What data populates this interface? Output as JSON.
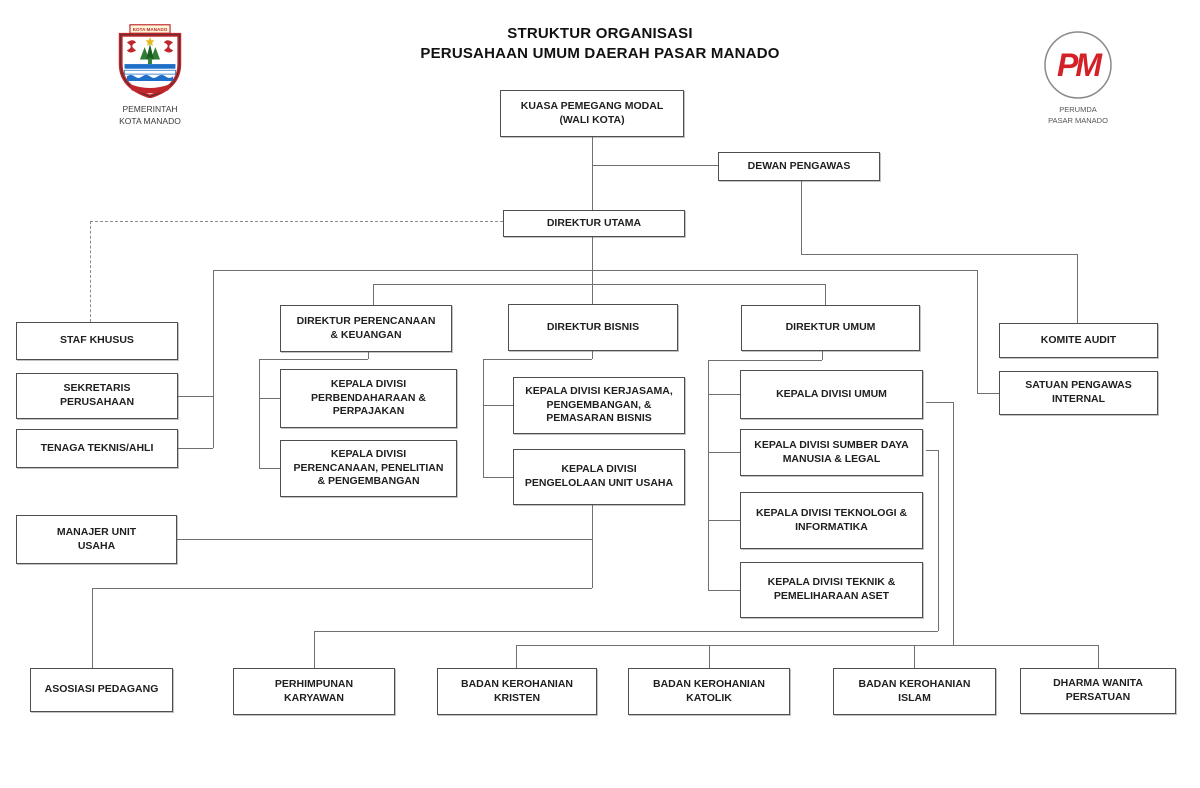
{
  "title": {
    "line1": "STRUKTUR ORGANISASI",
    "line2": "PERUSAHAAN UMUM DAERAH PASAR MANADO"
  },
  "logos": {
    "left": {
      "banner_text": "KOTA MANADO",
      "caption_line1": "PEMERINTAH",
      "caption_line2": "KOTA MANADO"
    },
    "right": {
      "monogram": "PM",
      "caption_line1": "PERUMDA",
      "caption_line2": "PASAR MANADO"
    }
  },
  "colors": {
    "accent_red": "#d42027",
    "line_gray": "#707070",
    "border_gray": "#4f4f4f",
    "text_dark": "#1f1f1f"
  },
  "nodes": [
    {
      "id": "kuasa-pemegang-modal",
      "label": "KUASA PEMEGANG MODAL\n(WALI KOTA)"
    },
    {
      "id": "dewan-pengawas",
      "label": "DEWAN PENGAWAS"
    },
    {
      "id": "direktur-utama",
      "label": "DIREKTUR UTAMA"
    },
    {
      "id": "staf-khusus",
      "label": "STAF KHUSUS"
    },
    {
      "id": "sekretaris-perusahaan",
      "label": "SEKRETARIS\nPERUSAHAAN"
    },
    {
      "id": "tenaga-teknis-ahli",
      "label": "TENAGA TEKNIS/AHLI"
    },
    {
      "id": "direktur-perencanaan-keuangan",
      "label": "DIREKTUR PERENCANAAN\n& KEUANGAN"
    },
    {
      "id": "kepala-divisi-perbendaharaan-perpajakan",
      "label": "KEPALA DIVISI\nPERBENDAHARAAN &\nPERPAJAKAN"
    },
    {
      "id": "kepala-divisi-perencanaan-penelitian-pengembangan",
      "label": "KEPALA DIVISI\nPERENCANAAN, PENELITIAN\n& PENGEMBANGAN"
    },
    {
      "id": "direktur-bisnis",
      "label": "DIREKTUR BISNIS"
    },
    {
      "id": "kepala-divisi-kerjasama-pengembangan-pemasaran-bisnis",
      "label": "KEPALA DIVISI KERJASAMA,\nPENGEMBANGAN, &\nPEMASARAN BISNIS"
    },
    {
      "id": "kepala-divisi-pengelolaan-unit-usaha",
      "label": "KEPALA DIVISI\nPENGELOLAAN UNIT USAHA"
    },
    {
      "id": "direktur-umum",
      "label": "DIREKTUR UMUM"
    },
    {
      "id": "kepala-divisi-umum",
      "label": "KEPALA DIVISI UMUM"
    },
    {
      "id": "kepala-divisi-sumber-daya-manusia-legal",
      "label": "KEPALA DIVISI SUMBER DAYA\nMANUSIA & LEGAL"
    },
    {
      "id": "kepala-divisi-teknologi-informatika",
      "label": "KEPALA DIVISI TEKNOLOGI &\nINFORMATIKA"
    },
    {
      "id": "kepala-divisi-teknik-pemeliharaan-aset",
      "label": "KEPALA DIVISI TEKNIK &\nPEMELIHARAAN ASET"
    },
    {
      "id": "komite-audit",
      "label": "KOMITE AUDIT"
    },
    {
      "id": "satuan-pengawas-internal",
      "label": "SATUAN PENGAWAS\nINTERNAL"
    },
    {
      "id": "manajer-unit-usaha",
      "label": "MANAJER UNIT\nUSAHA"
    },
    {
      "id": "asosiasi-pedagang",
      "label": "ASOSIASI PEDAGANG"
    },
    {
      "id": "perhimpunan-karyawan",
      "label": "PERHIMPUNAN\nKARYAWAN"
    },
    {
      "id": "badan-kerohanian-kristen",
      "label": "BADAN KEROHANIAN\nKRISTEN"
    },
    {
      "id": "badan-kerohanian-katolik",
      "label": "BADAN KEROHANIAN\nKATOLIK"
    },
    {
      "id": "badan-kerohanian-islam",
      "label": "BADAN KEROHANIAN\nISLAM"
    },
    {
      "id": "dharma-wanita-persatuan",
      "label": "DHARMA WANITA\nPERSATUAN"
    }
  ],
  "edges": [
    {
      "from": "kuasa-pemegang-modal",
      "to": "direktur-utama"
    },
    {
      "from": "kuasa-pemegang-modal",
      "to": "dewan-pengawas"
    },
    {
      "from": "dewan-pengawas",
      "to": "komite-audit"
    },
    {
      "from": "direktur-utama",
      "to": "staf-khusus",
      "style": "dotted"
    },
    {
      "from": "direktur-utama",
      "to": "sekretaris-perusahaan"
    },
    {
      "from": "direktur-utama",
      "to": "tenaga-teknis-ahli"
    },
    {
      "from": "direktur-utama",
      "to": "direktur-perencanaan-keuangan"
    },
    {
      "from": "direktur-utama",
      "to": "direktur-bisnis"
    },
    {
      "from": "direktur-utama",
      "to": "direktur-umum"
    },
    {
      "from": "direktur-utama",
      "to": "satuan-pengawas-internal"
    },
    {
      "from": "direktur-perencanaan-keuangan",
      "to": "kepala-divisi-perbendaharaan-perpajakan"
    },
    {
      "from": "direktur-perencanaan-keuangan",
      "to": "kepala-divisi-perencanaan-penelitian-pengembangan"
    },
    {
      "from": "direktur-bisnis",
      "to": "kepala-divisi-kerjasama-pengembangan-pemasaran-bisnis"
    },
    {
      "from": "direktur-bisnis",
      "to": "kepala-divisi-pengelolaan-unit-usaha"
    },
    {
      "from": "direktur-umum",
      "to": "kepala-divisi-umum"
    },
    {
      "from": "direktur-umum",
      "to": "kepala-divisi-sumber-daya-manusia-legal"
    },
    {
      "from": "direktur-umum",
      "to": "kepala-divisi-teknologi-informatika"
    },
    {
      "from": "direktur-umum",
      "to": "kepala-divisi-teknik-pemeliharaan-aset"
    },
    {
      "from": "kepala-divisi-pengelolaan-unit-usaha",
      "to": "manajer-unit-usaha"
    },
    {
      "from": "kepala-divisi-pengelolaan-unit-usaha",
      "to": "asosiasi-pedagang"
    },
    {
      "from": "kepala-divisi-sumber-daya-manusia-legal",
      "to": "perhimpunan-karyawan"
    },
    {
      "from": "kepala-divisi-umum",
      "to": "badan-kerohanian-kristen"
    },
    {
      "from": "kepala-divisi-umum",
      "to": "badan-kerohanian-katolik"
    },
    {
      "from": "kepala-divisi-umum",
      "to": "badan-kerohanian-islam"
    },
    {
      "from": "kepala-divisi-umum",
      "to": "dharma-wanita-persatuan"
    }
  ]
}
